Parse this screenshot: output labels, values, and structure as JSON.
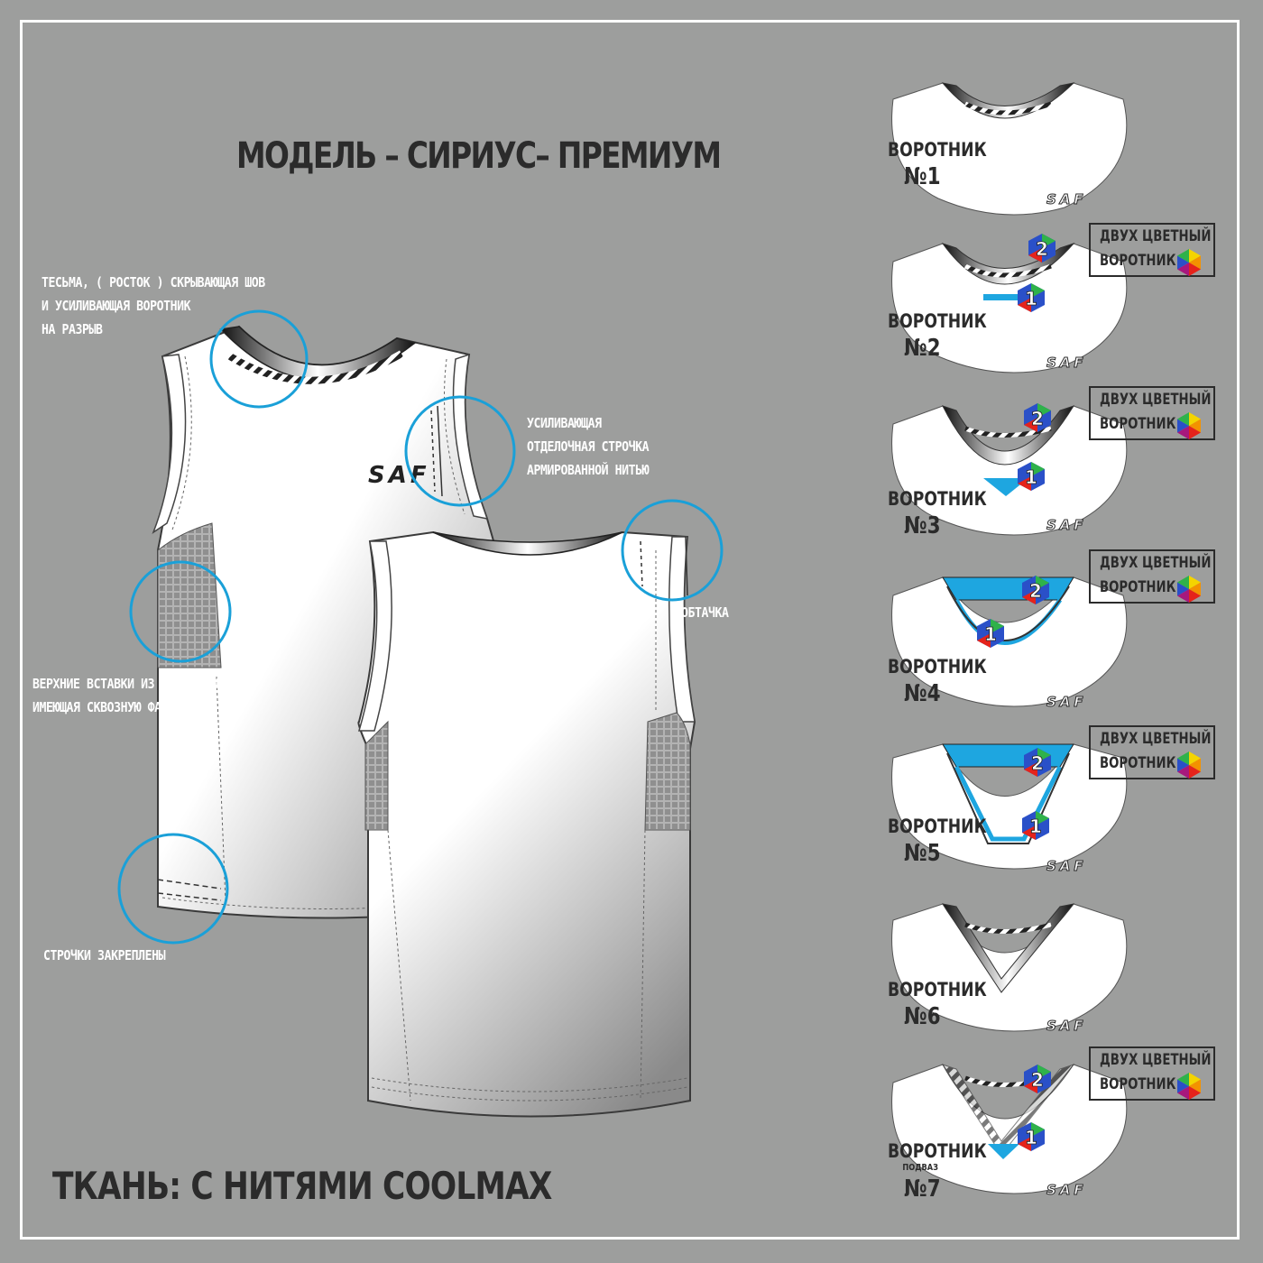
{
  "title": "МОДЕЛЬ – СИРИУС– ПРЕМИУМ",
  "fabric": "ТКАНЬ: С НИТЯМИ COOLMAX",
  "logo_text": "SAF",
  "colors": {
    "background": "#9d9e9d",
    "frame": "#ffffff",
    "callout_circle": "#1aa0d8",
    "accent_blue": "#1ea6e0",
    "dark_text": "#2b2b2b"
  },
  "annotations": {
    "tape": [
      "ТЕСЬМА, ( РОСТОК ) СКРЫВАЮЩАЯ ШОВ",
      "И УСИЛИВАЮЩАЯ ВОРОТНИК",
      "НА РАЗРЫВ"
    ],
    "stitch": [
      "УСИЛИВАЮЩАЯ",
      "ОТДЕЛОЧНАЯ СТРОЧКА",
      "АРМИРОВАННОЙ НИТЬЮ"
    ],
    "facing": [
      "ОБТАЧКА"
    ],
    "mesh": [
      "ВЕРХНИЕ ВСТАВКИ ИЗ “СЕТКИ ОЛИМП”,",
      "ИМЕЮЩАЯ СКВОЗНУЮ ФАКТУРУ"
    ],
    "fixed": [
      "СТРОЧКИ  ЗАКРЕПЛЕНЫ"
    ]
  },
  "collars": [
    {
      "label": "ВОРОТНИК",
      "number": "№1",
      "two_color": false
    },
    {
      "label": "ВОРОТНИК",
      "number": "№2",
      "two_color": true
    },
    {
      "label": "ВОРОТНИК",
      "number": "№3",
      "two_color": true
    },
    {
      "label": "ВОРОТНИК",
      "number": "№4",
      "two_color": true
    },
    {
      "label": "ВОРОТНИК",
      "number": "№5",
      "two_color": true
    },
    {
      "label": "ВОРОТНИК",
      "number": "№6",
      "two_color": false
    },
    {
      "label": "ВОРОТНИК",
      "sub": "ПОДВАЗ",
      "number": "№7",
      "two_color": true
    }
  ],
  "two_color_badge": {
    "line1": "ДВУХ ЦВЕТНЫЙ",
    "line2": "ВОРОТНИК"
  },
  "color_markers": {
    "first": "1",
    "second": "2"
  }
}
